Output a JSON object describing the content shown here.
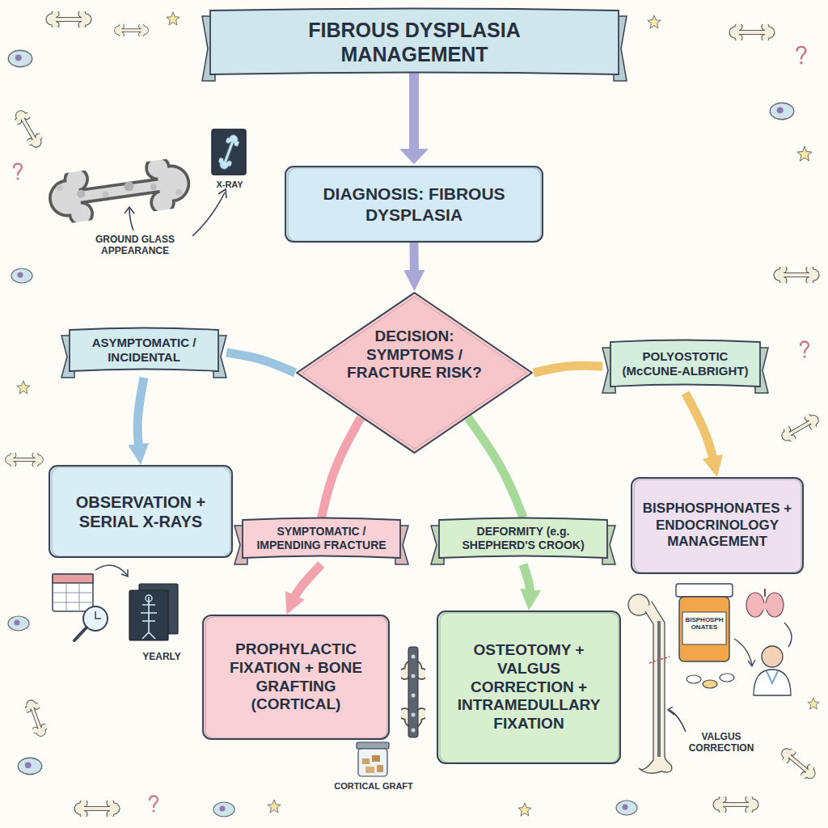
{
  "diagram": {
    "title": "FIBROUS DYSPLASIA MANAGEMENT",
    "nodes": [
      {
        "text": [
          "DIAGNOSIS: FIBROUS DYSPLASIA"
        ]
      },
      {
        "text": [
          "DECISION: SYMPTOMS / FRACTURE RISK?"
        ]
      },
      {
        "text": [
          "ASYMPTOMATIC / INCIDENTAL"
        ]
      },
      {
        "text": [
          "POLYOSTOTIC (McCUNE-ALBRIGHT)"
        ]
      },
      {
        "text": [
          "OBSERVATION + SERIAL X-RAYS"
        ]
      },
      {
        "text": [
          "SYMPTOMATIC / IMPENDING FRACTURE"
        ]
      },
      {
        "text": [
          "DEFORMITY (e.g. SHEPHERD'S CROOK)"
        ]
      },
      {
        "text": [
          "BISPHOSPHONATES + ENDOCRINOLOGY MANAGEMENT"
        ]
      },
      {
        "text": [
          "PROPHYLACTIC FIXATION + BONE GRAFTING (CORTICAL)"
        ]
      },
      {
        "text": [
          "OSTEOTOMY + VALGUS CORRECTION + INTRAMEDULLARY FIXATION"
        ]
      }
    ],
    "edges": [
      {
        "from": 0,
        "to": 1,
        "arrow": "to"
      },
      {
        "from": 1,
        "to": 2,
        "arrow": "none"
      },
      {
        "from": 2,
        "to": 4,
        "arrow": "to"
      },
      {
        "from": 1,
        "to": 3,
        "arrow": "none"
      },
      {
        "from": 3,
        "to": 7,
        "arrow": "to"
      },
      {
        "from": 1,
        "to": 5,
        "arrow": "none"
      },
      {
        "from": 5,
        "to": 8,
        "arrow": "to"
      },
      {
        "from": 1,
        "to": 6,
        "arrow": "none"
      },
      {
        "from": 6,
        "to": 9,
        "arrow": "to"
      }
    ],
    "labels": [
      "GROUND GLASS APPEARANCE",
      "X-RAY",
      "YEARLY",
      "CORTICAL GRAFT",
      "VALGUS CORRECTION",
      "BISPHOSPHONATES"
    ]
  }
}
